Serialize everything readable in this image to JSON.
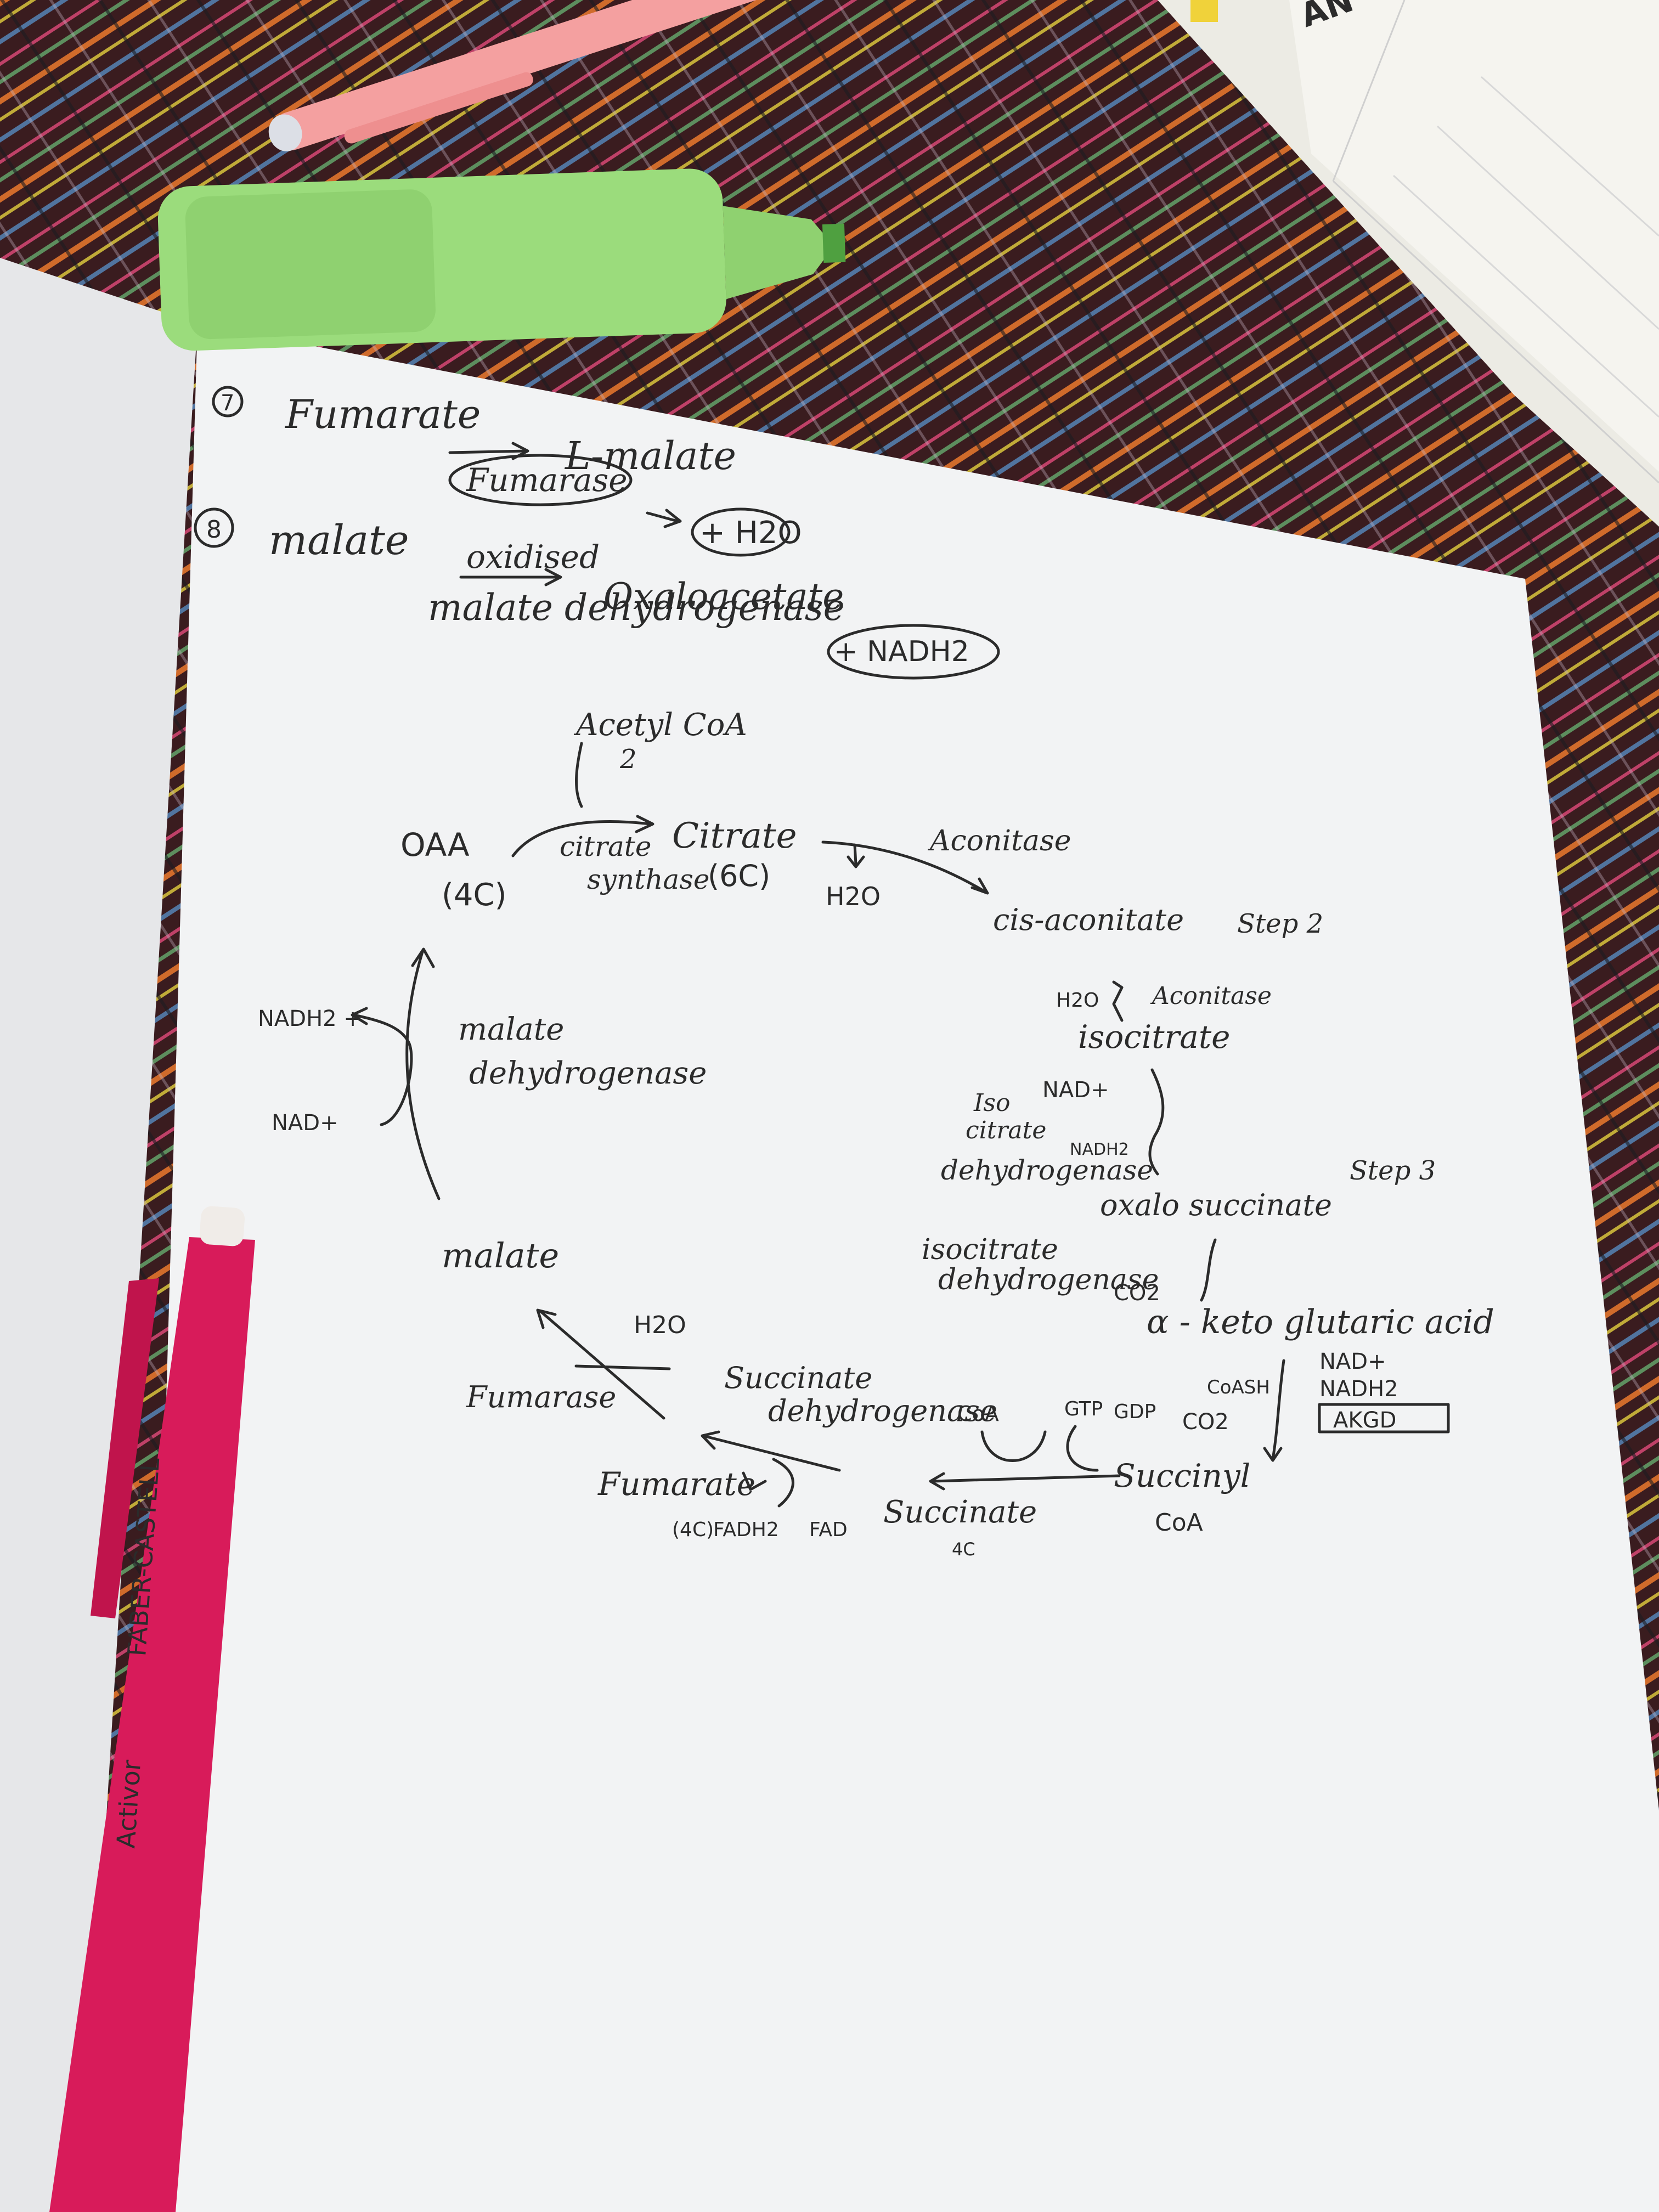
{
  "notes": {
    "step7": {
      "number": "7",
      "substrate": "Fumarate",
      "product": "L-malate",
      "enzyme": "Fumarase",
      "addition": "+ H2O"
    },
    "step8": {
      "number": "8",
      "substrate": "malate",
      "process": "oxidised",
      "product": "Oxaloacetate",
      "enzyme": "malate dehydrogenase",
      "addition": "+ NADH2"
    }
  },
  "cycle": {
    "acetyl_coa": "Acetyl CoA",
    "acetyl_coa_carbons": "2",
    "oaa": "OAA",
    "oaa_carbons": "(4C)",
    "citrate_synthase": [
      "citrate",
      "synthase"
    ],
    "citrate": "Citrate",
    "citrate_carbons": "(6C)",
    "water_1": "H2O",
    "aconitase_1": "Aconitase",
    "cis_aconitate": "cis-aconitate",
    "step2_label": "Step 2",
    "water_2": "H2O",
    "aconitase_2": "Aconitase",
    "isocitrate": "isocitrate",
    "icdh_enzyme": [
      "Iso",
      "citrate",
      "dehydrogenase"
    ],
    "nad_plus_1": "NAD+",
    "nadh2_1": "NADH2",
    "oxalosuccinate": "oxalo succinate",
    "step3_label": "Step 3",
    "icdh_2": [
      "isocitrate",
      "dehydrogenase"
    ],
    "co2_1": "CO2",
    "alpha_kg": "α - keto glutaric acid",
    "coash": "CoASH",
    "nad_plus_2": "NAD+",
    "nadh2_2": "NADH2",
    "akgd_box": "AKGD",
    "co2_2": "CO2",
    "succinyl_coa": [
      "Succinyl",
      "CoA"
    ],
    "gtp": "GTP",
    "gdp": "GDP",
    "coa_release": "CoA",
    "succinate": "Succinate",
    "succinate_carbons": "4C",
    "succinate_dh": [
      "Succinate",
      "dehydrogenase"
    ],
    "fumarate": "Fumarate",
    "fumarate_carbons": "(4C)",
    "fadh2": "FADH2",
    "fad": "FAD",
    "fumarase": "Fumarase",
    "water_3": "H2O",
    "malate": "malate",
    "malate_dh": [
      "malate",
      "dehydrogenase"
    ],
    "nadh2_3": "NADH2 +",
    "nad_plus_3": "NAD+"
  },
  "objects": {
    "pen_brand": "FABER-CASTELL",
    "pen_model": "Activor",
    "notepad_text": "AN"
  },
  "colors": {
    "paper": "#f2f3f4",
    "ink": "#2b2b2b",
    "cloth": "#3a1c1f",
    "highlighter": "#9bdc7c",
    "red_pen": "#d81b5a",
    "pink_pen": "#f4a0a0"
  }
}
